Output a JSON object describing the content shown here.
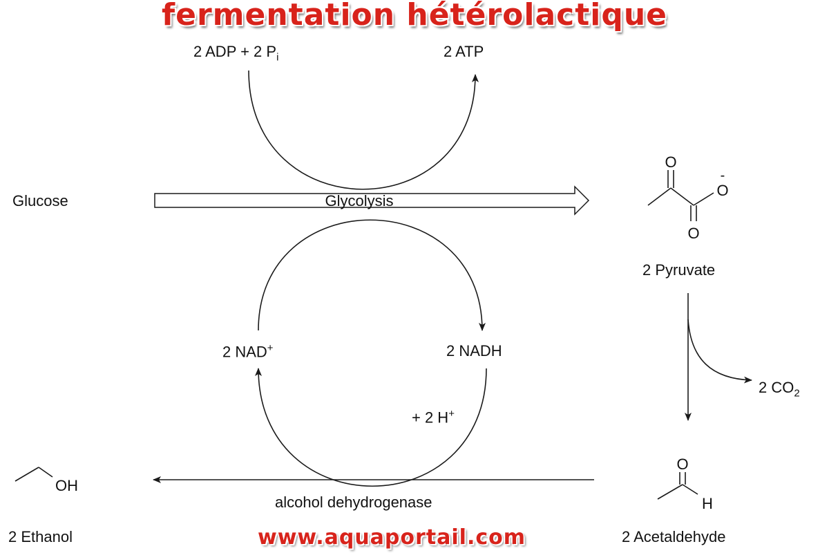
{
  "title": "fermentation hétérolactique",
  "watermark": "www.aquaportail.com",
  "labels": {
    "adp_pi": "2 ADP + 2 P",
    "adp_pi_sub": "i",
    "atp": "2 ATP",
    "glucose": "Glucose",
    "glycolysis": "Glycolysis",
    "pyruvate": "2 Pyruvate",
    "nad": "2 NAD",
    "nad_sup": "+",
    "nadh": "2 NADH",
    "h_plus": "+ 2 H",
    "h_plus_sup": "+",
    "co2": "2 CO",
    "co2_sub": "2",
    "enzyme": "alcohol dehydrogenase",
    "ethanol": "2 Ethanol",
    "acetaldehyde": "2 Acetaldehyde"
  },
  "structures": {
    "pyruvate": {
      "o_top": "O",
      "o_minus": "O",
      "minus_sign": "-",
      "o_bottom": "O"
    },
    "acetaldehyde": {
      "o": "O",
      "h": "H"
    },
    "ethanol": {
      "oh": "OH"
    }
  },
  "colors": {
    "title_red": "#d8231b",
    "line": "#1a1a1a",
    "text": "#111111"
  }
}
